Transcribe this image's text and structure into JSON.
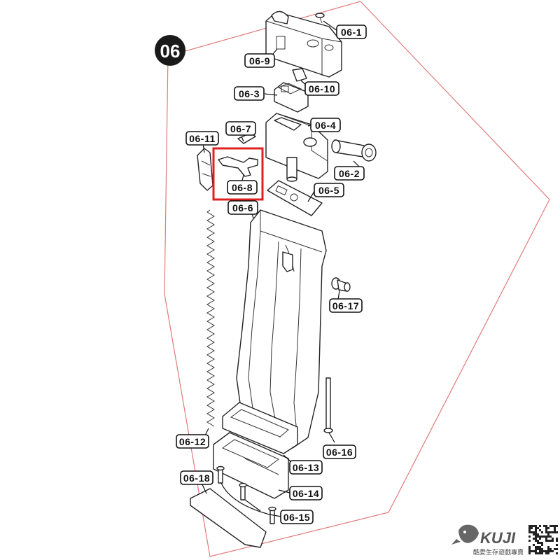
{
  "diagram": {
    "group_number": "06",
    "highlight_color": "#e02020",
    "frame_color": "#e07a7a",
    "highlighted_part": "06-8",
    "labels": {
      "p06_1": "06-1",
      "p06_2": "06-2",
      "p06_3": "06-3",
      "p06_4": "06-4",
      "p06_5": "06-5",
      "p06_6": "06-6",
      "p06_7": "06-7",
      "p06_8": "06-8",
      "p06_9": "06-9",
      "p06_10": "06-10",
      "p06_11": "06-11",
      "p06_12": "06-12",
      "p06_13": "06-13",
      "p06_14": "06-14",
      "p06_15": "06-15",
      "p06_16": "06-16",
      "p06_17": "06-17",
      "p06_18": "06-18"
    }
  },
  "branding": {
    "logo_text": "KUJI",
    "tagline": "酷愛生存遊戲專賣",
    "logo_icon": "mascot-logo-icon",
    "qr_icon": "qr-code-icon"
  }
}
